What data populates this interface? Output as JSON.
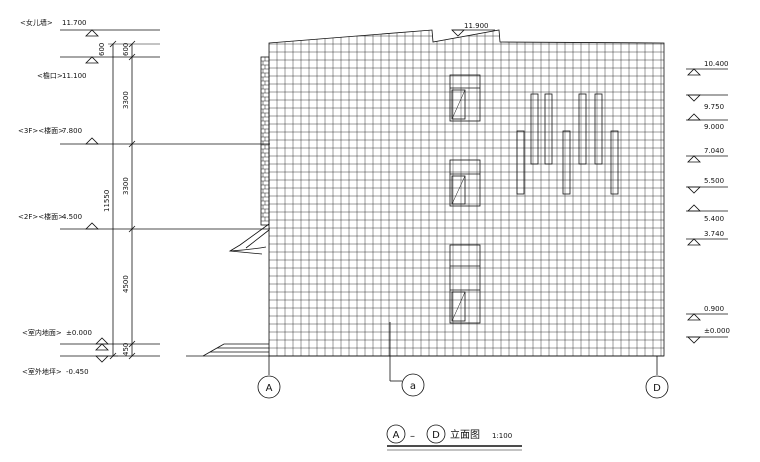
{
  "left_labels": {
    "parapet": "<女儿墙>",
    "eave": "<檐口>",
    "floor3": "<3F><楼面>",
    "floor2": "<2F><楼面>",
    "indoor": "<室内地面>",
    "outdoor": "<室外地坪>"
  },
  "left_values": {
    "parapet": "11.700",
    "eave": "11.100",
    "floor3": "7.800",
    "floor2": "4.500",
    "indoor": "±0.000",
    "outdoor": "-0.450"
  },
  "dims": {
    "d600a": "600",
    "d600b": "600",
    "d3300a": "3300",
    "d3300b": "3300",
    "total": "11550",
    "d4500": "4500",
    "d450": "450"
  },
  "top_elev": "11.900",
  "right_elevs": [
    "10.400",
    "9.750",
    "9.000",
    "7.040",
    "5.500",
    "5.400",
    "3.740",
    "0.900",
    "±0.000"
  ],
  "axes": {
    "a": "A",
    "d": "D",
    "mid": "a"
  },
  "title": {
    "from": "A",
    "dash": "–",
    "to": "D",
    "name": "立面图",
    "scale": "1:100"
  }
}
